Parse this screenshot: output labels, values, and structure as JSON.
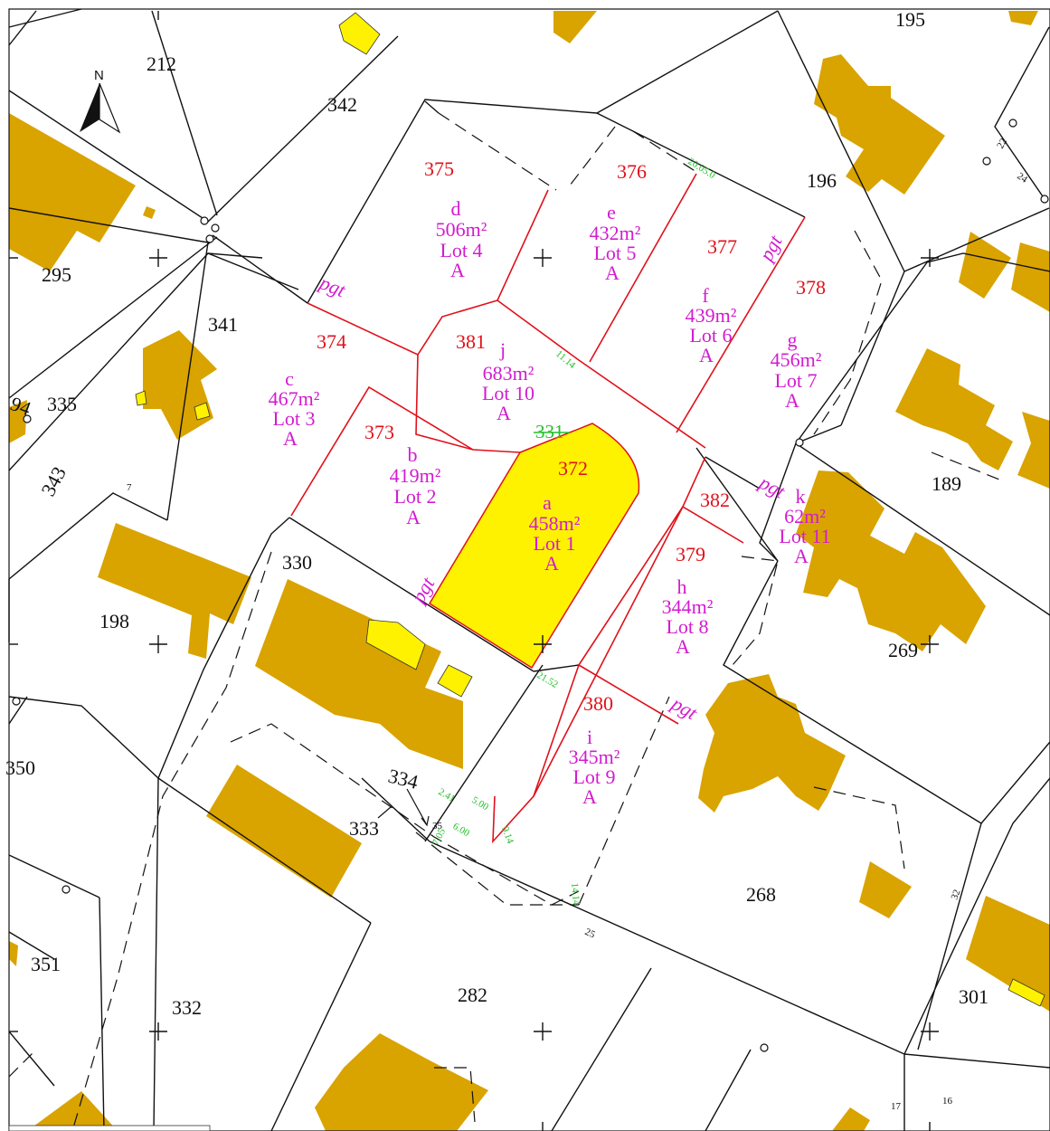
{
  "north_arrow": {
    "label": "N"
  },
  "colors": {
    "building": "#d9a300",
    "highlight": "#fff200",
    "lot_boundary": "#e0111a",
    "lot_text": "#d21ccf",
    "dimension": "#22c02a",
    "parcel_line": "#111111"
  },
  "icons": [
    "north-arrow-icon",
    "cross-marker-icon",
    "survey-point-icon"
  ],
  "parcels": {
    "p195": "195",
    "p212": "212",
    "p342": "342",
    "p196": "196",
    "p295": "295",
    "p341": "341",
    "p335": "335",
    "p294": "94",
    "p343": "343",
    "p189": "189",
    "p330": "330",
    "p198": "198",
    "p269": "269",
    "p350": "350",
    "p334": "334",
    "p333": "333",
    "p268": "268",
    "p351": "351",
    "p332": "332",
    "p282": "282",
    "p301": "301"
  },
  "lot_numbers": {
    "n375": "375",
    "n376": "376",
    "n377": "377",
    "n378": "378",
    "n374": "374",
    "n381": "381",
    "n373": "373",
    "n372": "372",
    "n382": "382",
    "n379": "379",
    "n380": "380"
  },
  "lots": [
    {
      "letter": "a",
      "area": "458m²",
      "name": "Lot 1",
      "zone": "A"
    },
    {
      "letter": "b",
      "area": "419m²",
      "name": "Lot 2",
      "zone": "A"
    },
    {
      "letter": "c",
      "area": "467m²",
      "name": "Lot 3",
      "zone": "A"
    },
    {
      "letter": "d",
      "area": "506m²",
      "name": "Lot 4",
      "zone": "A"
    },
    {
      "letter": "e",
      "area": "432m²",
      "name": "Lot 5",
      "zone": "A"
    },
    {
      "letter": "f",
      "area": "439m²",
      "name": "Lot 6",
      "zone": "A"
    },
    {
      "letter": "g",
      "area": "456m²",
      "name": "Lot 7",
      "zone": "A"
    },
    {
      "letter": "h",
      "area": "344m²",
      "name": "Lot 8",
      "zone": "A"
    },
    {
      "letter": "i",
      "area": "345m²",
      "name": "Lot 9",
      "zone": "A"
    },
    {
      "letter": "j",
      "area": "683m²",
      "name": "Lot 10",
      "zone": "A"
    },
    {
      "letter": "k",
      "area": "62m²",
      "name": "Lot 11",
      "zone": "A"
    }
  ],
  "pgt_label": "pgt",
  "old_parcel": "331",
  "dimensions": {
    "d1": "21.52",
    "d2": "2.41",
    "d3": "5.00",
    "d4": "9.14",
    "d5": "14.14",
    "d6": "11.14",
    "d7": "20.05.0",
    "d8": "7.05",
    "d9": "6.00"
  },
  "street_numbers": {
    "s7": "7",
    "s22": "22",
    "s24": "24",
    "s25": "25",
    "s32": "32",
    "s16": "16",
    "s17": "17",
    "s35": "35"
  }
}
